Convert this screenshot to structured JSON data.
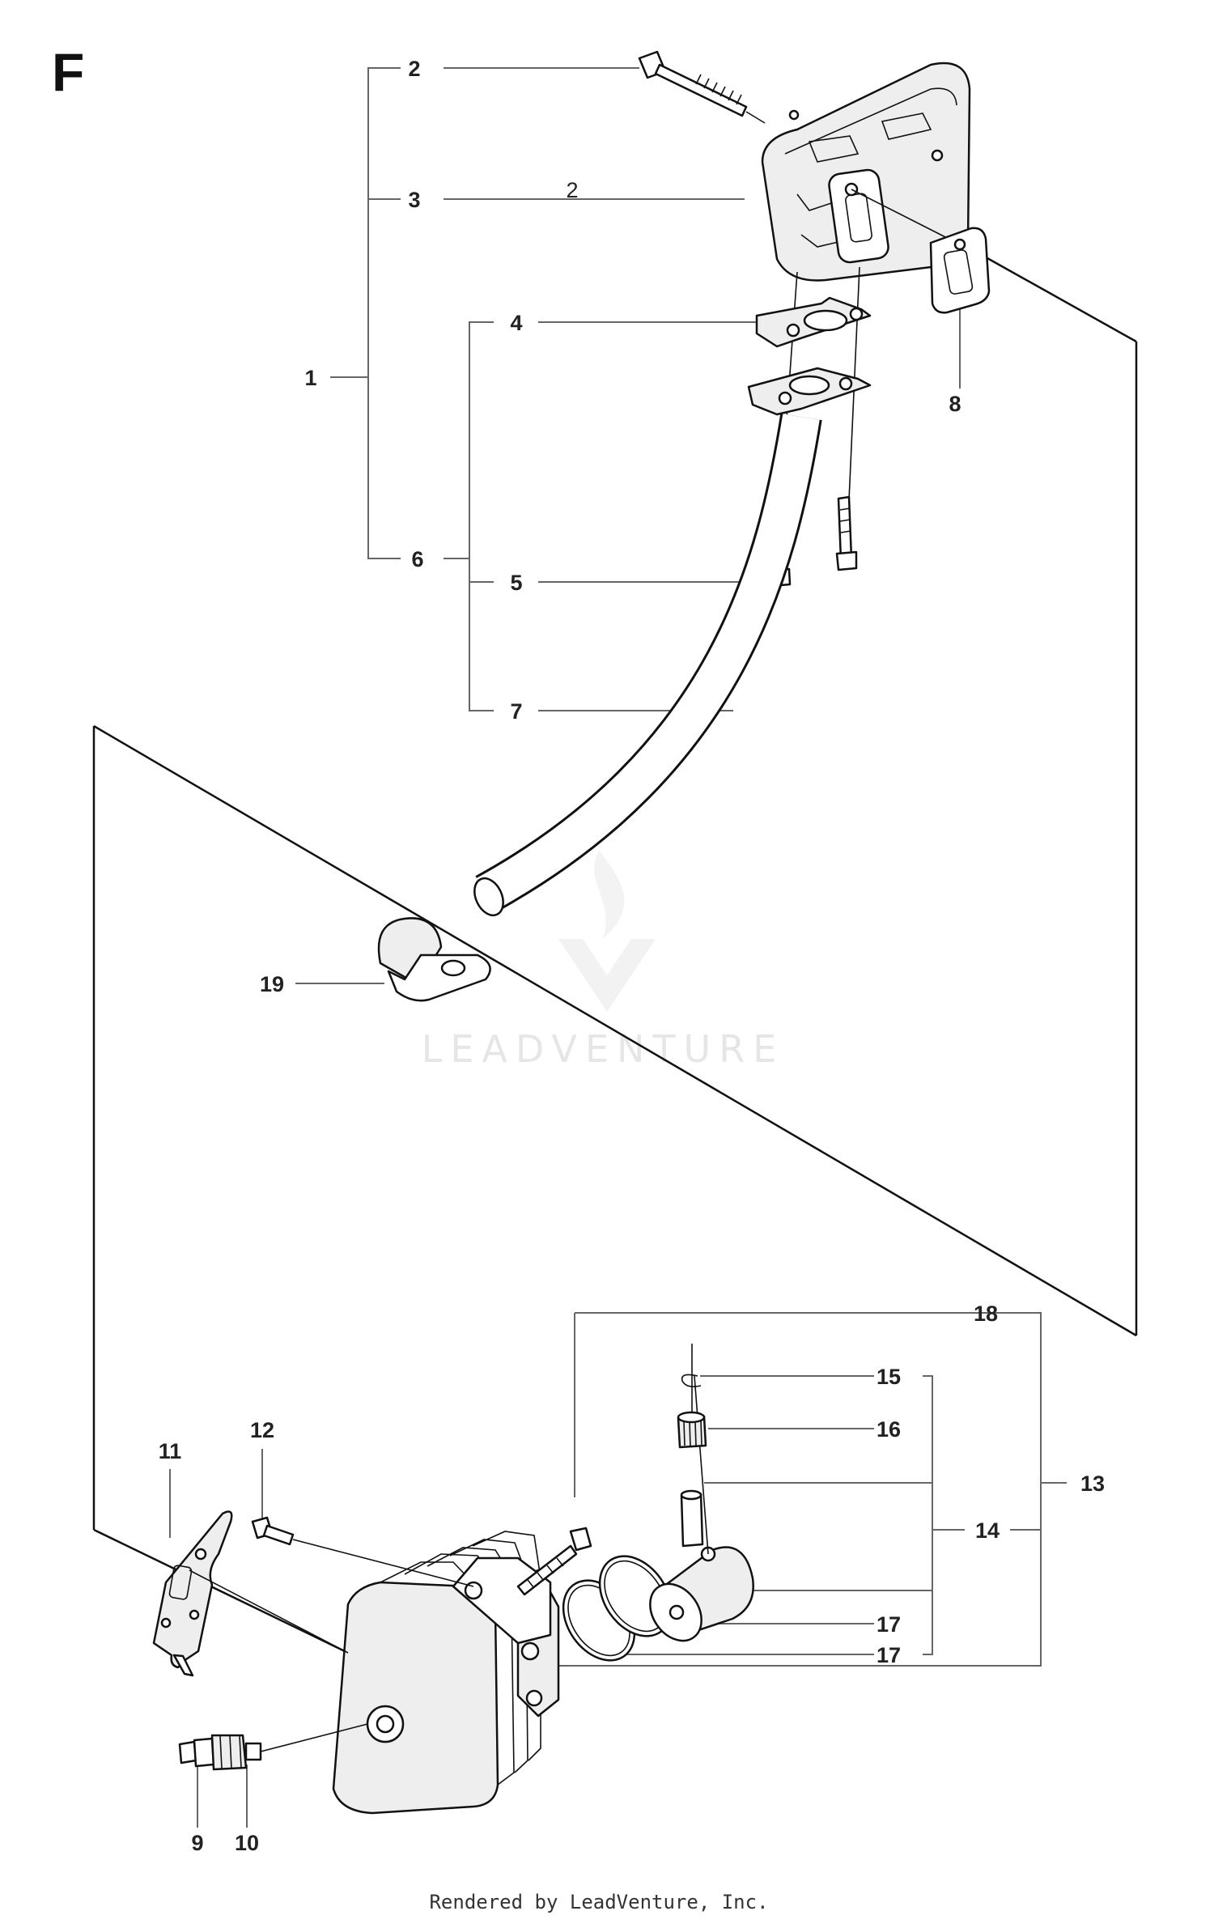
{
  "section_label": "F",
  "note_text": "2",
  "watermark_text": "LEADVENTURE",
  "footer_text": "Rendered by LeadVenture, Inc.",
  "callouts": {
    "c1": "1",
    "c2": "2",
    "c3": "3",
    "c4": "4",
    "c5": "5",
    "c6": "6",
    "c7": "7",
    "c8": "8",
    "c9": "9",
    "c10": "10",
    "c11": "11",
    "c12": "12",
    "c13": "13",
    "c14": "14",
    "c15": "15",
    "c16": "16",
    "c17a": "17",
    "c17b": "17",
    "c18": "18",
    "c19": "19"
  }
}
